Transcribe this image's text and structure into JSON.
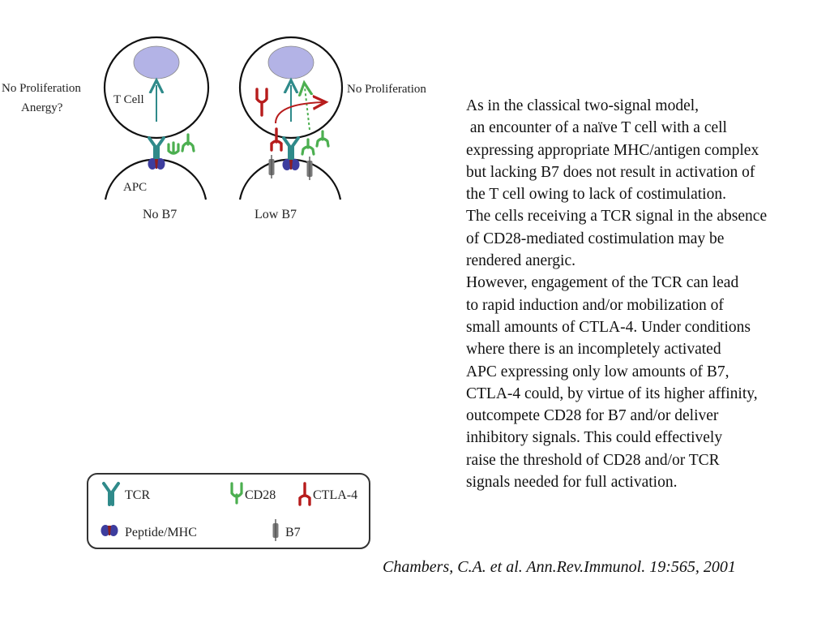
{
  "diagram": {
    "left_panel": {
      "outcome_label_lines": [
        "No Proliferation",
        "Anergy?"
      ],
      "cell_label": "T Cell",
      "apc_label": "APC",
      "condition_label": "No B7"
    },
    "right_panel": {
      "outcome_label": "No Proliferation",
      "condition_label": "Low B7"
    },
    "colors": {
      "tcr": "#2f8a8a",
      "cd28": "#4caf50",
      "ctla4": "#b71c1c",
      "mhc": "#3d3d9e",
      "peptide": "#8e1f1f",
      "b7": "#7a7a7a",
      "nucleus": "#b3b3e6"
    }
  },
  "legend": {
    "tcr": "TCR",
    "cd28": "CD28",
    "ctla4": "CTLA-4",
    "peptide_mhc": "Peptide/MHC",
    "b7": "B7"
  },
  "text_lines": [
    "As in the classical two-signal model,",
    " an encounter of a naïve T cell with a cell",
    "expressing appropriate MHC/antigen complex",
    "but lacking B7 does not result in activation of",
    "the T cell owing to lack of costimulation.",
    "The cells receiving a TCR signal in the absence",
    "of CD28-mediated costimulation may be",
    "rendered anergic.",
    "However, engagement of the TCR can lead",
    "to rapid induction and/or mobilization of",
    "small amounts of CTLA-4. Under conditions",
    "where there is an incompletely activated",
    "APC expressing only low amounts of B7,",
    "CTLA-4 could, by virtue of its higher affinity,",
    "outcompete CD28 for B7 and/or deliver",
    "inhibitory signals. This could effectively",
    "raise the threshold of CD28 and/or TCR",
    "signals needed for full activation."
  ],
  "citation": "Chambers, C.A. et al. Ann.Rev.Immunol. 19:565, 2001"
}
